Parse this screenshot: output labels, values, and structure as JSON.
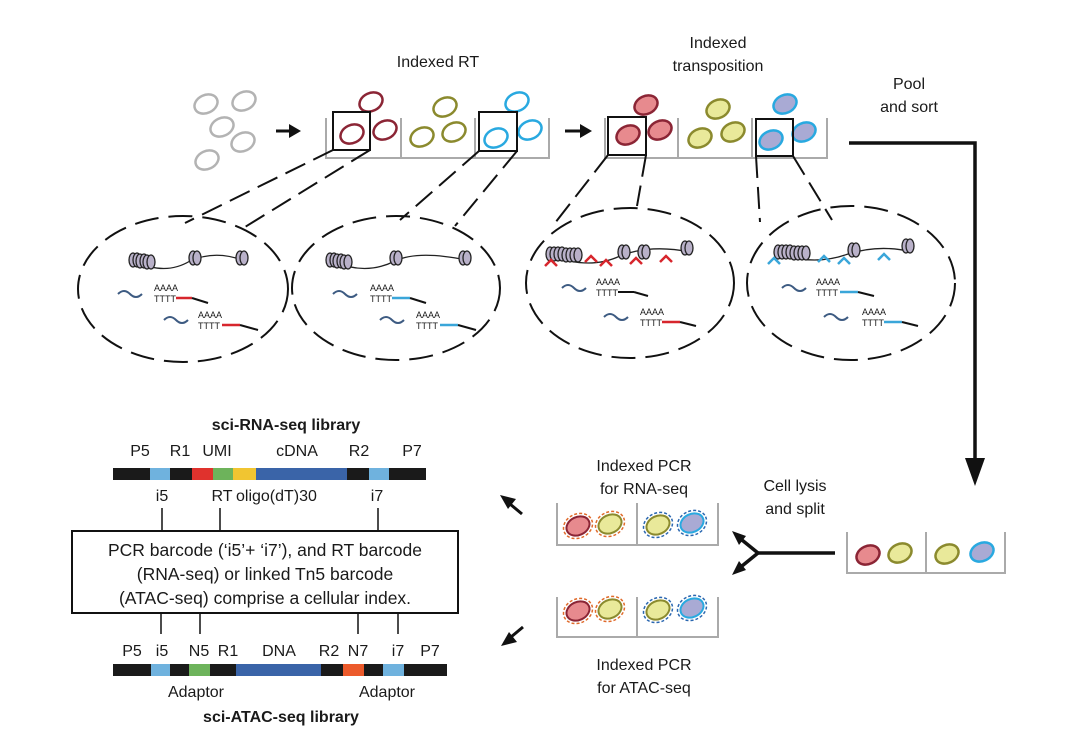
{
  "labels": {
    "indexed_rt": "Indexed RT",
    "indexed_transposition_1": "Indexed",
    "indexed_transposition_2": "transposition",
    "pool_sort_1": "Pool",
    "pool_sort_2": "and sort",
    "cell_lysis_1": "Cell lysis",
    "cell_lysis_2": "and split",
    "pcr_rna_1": "Indexed PCR",
    "pcr_rna_2": "for RNA-seq",
    "pcr_atac_1": "Indexed PCR",
    "pcr_atac_2": "for ATAC-seq",
    "polyA": "AAAA",
    "polyT": "TTTT"
  },
  "rna_library": {
    "title": "sci-RNA-seq library",
    "segments_top": [
      "P5",
      "R1",
      "UMI",
      "cDNA",
      "R2",
      "P7"
    ],
    "labels_bottom": [
      "i5",
      "RT",
      "oligo(dT)30",
      "i7"
    ]
  },
  "atac_library": {
    "title": "sci-ATAC-seq library",
    "segments_top": [
      "P5",
      "i5",
      "N5",
      "R1",
      "DNA",
      "R2",
      "N7",
      "i7",
      "P7"
    ],
    "labels_bottom": [
      "Adaptor",
      "Adaptor"
    ]
  },
  "index_box": {
    "line1": "PCR barcode (‘i5’+ ‘i7’), and RT barcode",
    "line2": "(RNA-seq) or linked Tn5 barcode",
    "line3": "(ATAC-seq) comprise a cellular index."
  },
  "colors": {
    "gray_cell": "#b3b3b3",
    "maroon": "#8b2535",
    "olive": "#8b8a2e",
    "cyan": "#29a9e0",
    "pink_fill": "#e78a8e",
    "yellow_fill": "#e9e99a",
    "lavender_fill": "#a9aad4",
    "red_adapter": "#d7262d",
    "blue_adapter": "#3aa6d9",
    "orange_dash": "#e06a2a",
    "blue_dash": "#2a67b0",
    "rna_strand": "#3d5b82",
    "lib_black": "#1a1a1a",
    "lib_lightblue": "#6fb2de",
    "lib_red": "#e0322d",
    "lib_green": "#6db35b",
    "lib_yellow": "#f1c531",
    "lib_darkblue": "#3a64a8",
    "lib_orange": "#ec5a2b"
  }
}
